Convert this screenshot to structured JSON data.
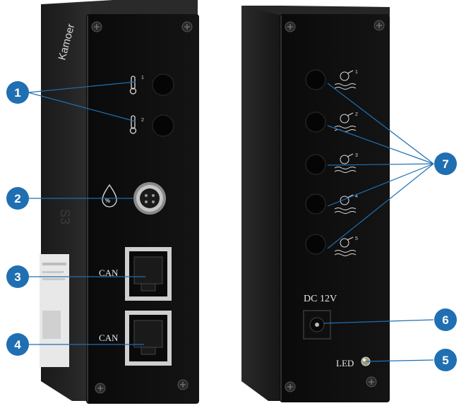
{
  "product": {
    "brand": "Kamoer",
    "model": "S3"
  },
  "front_panel": {
    "temp_indices": [
      "1",
      "2"
    ],
    "humidity_symbol": "%",
    "port_label_3": "CAN",
    "port_label_4": "CAN"
  },
  "back_panel": {
    "level_indices": [
      "1",
      "2",
      "3",
      "4",
      "5"
    ],
    "power_label": "DC 12V",
    "led_label": "LED"
  },
  "callouts": [
    "1",
    "2",
    "3",
    "4",
    "5",
    "6",
    "7"
  ],
  "colors": {
    "callout_blue": "#1f6fb2",
    "body_black": "#151515",
    "face_black": "#0c0c0c"
  }
}
